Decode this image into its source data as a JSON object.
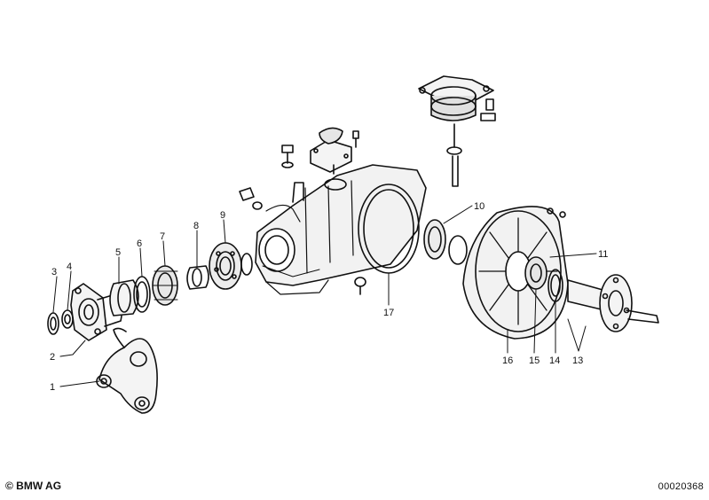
{
  "diagram": {
    "callouts": [
      {
        "id": "c1",
        "label": "1"
      },
      {
        "id": "c2",
        "label": "2"
      },
      {
        "id": "c3",
        "label": "3"
      },
      {
        "id": "c4",
        "label": "4"
      },
      {
        "id": "c5",
        "label": "5"
      },
      {
        "id": "c6",
        "label": "6"
      },
      {
        "id": "c7",
        "label": "7"
      },
      {
        "id": "c8",
        "label": "8"
      },
      {
        "id": "c9",
        "label": "9"
      },
      {
        "id": "c10",
        "label": "10"
      },
      {
        "id": "c11",
        "label": "11"
      },
      {
        "id": "c13",
        "label": "13"
      },
      {
        "id": "c14",
        "label": "14"
      },
      {
        "id": "c15",
        "label": "15"
      },
      {
        "id": "c16",
        "label": "16"
      },
      {
        "id": "c17",
        "label": "17"
      }
    ]
  },
  "footer": {
    "copyright": "© BMW AG",
    "drawing_number": "00020368"
  }
}
